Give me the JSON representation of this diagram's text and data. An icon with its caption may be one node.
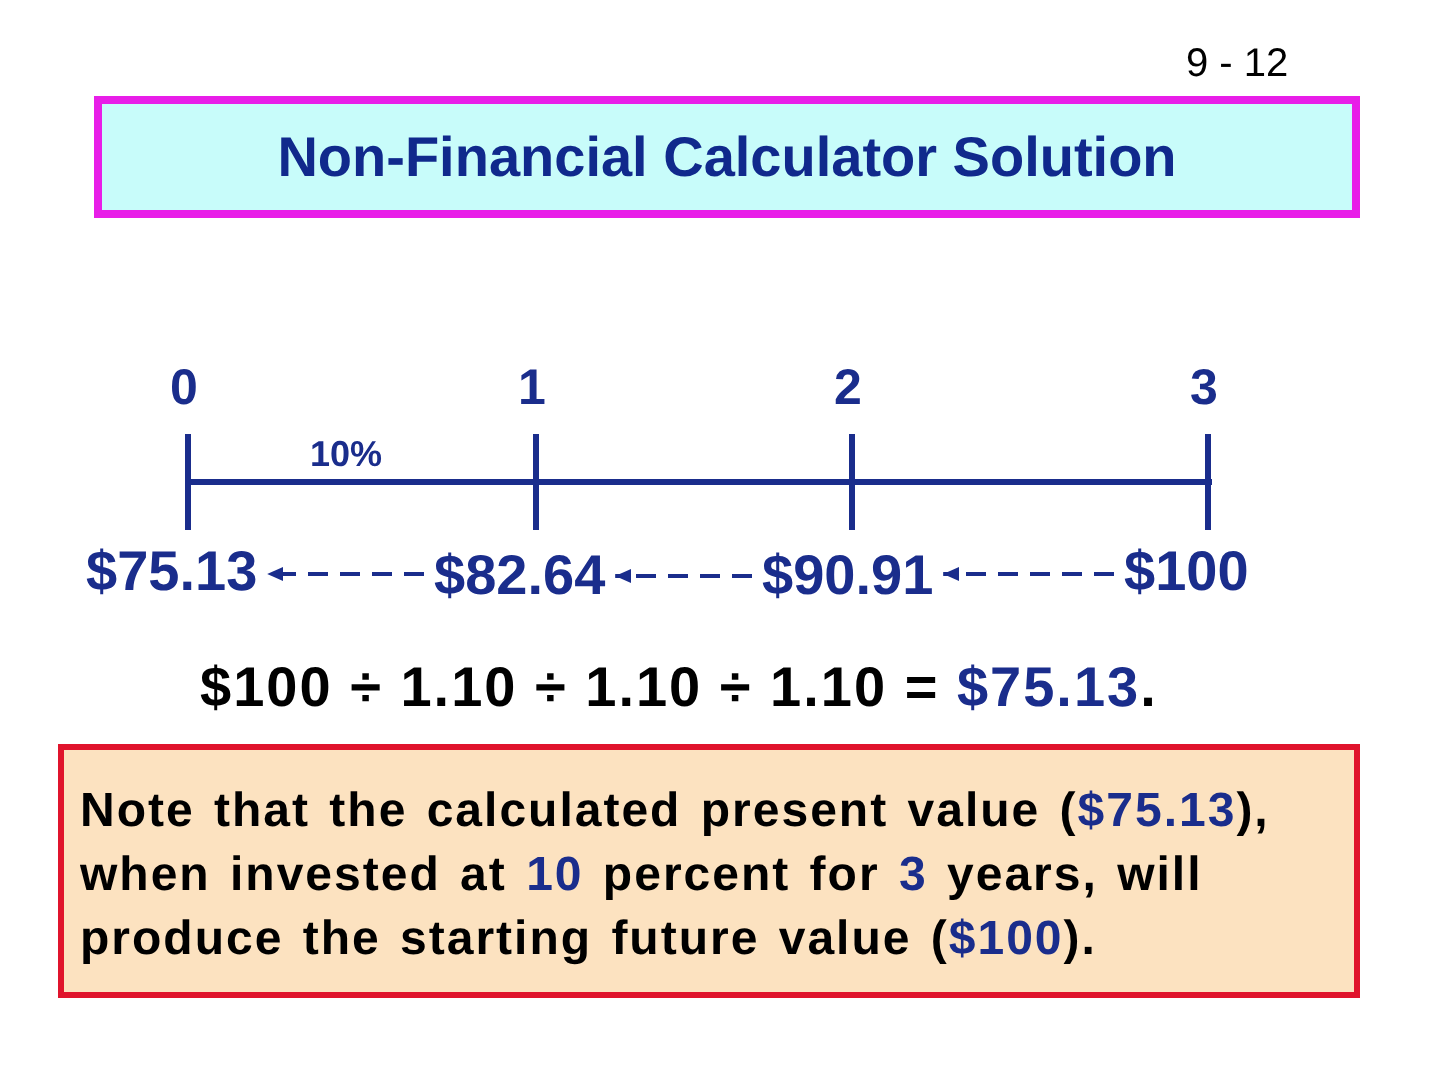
{
  "diagram": {
    "nodes": [
      {
        "text": [
          "Non-Financial Calculator Solution"
        ]
      },
      {
        "text": [
          "$75.13"
        ]
      },
      {
        "text": [
          "$82.64"
        ]
      },
      {
        "text": [
          "$90.91"
        ]
      },
      {
        "text": [
          "$100"
        ]
      },
      {
        "text": [
          "Note that the calculated present value (**$75.13**), when invested at **10** percent for **3** years, will produce the starting future value (**$100**)."
        ]
      }
    ],
    "edges": [
      {
        "from": 2,
        "to": 1,
        "arrow": "to",
        "style": "dashed"
      },
      {
        "from": 3,
        "to": 2,
        "arrow": "to",
        "style": "dashed"
      },
      {
        "from": 4,
        "to": 3,
        "arrow": "to",
        "style": "dashed"
      }
    ],
    "labels": [
      "9 - 12",
      "0",
      "1",
      "2",
      "3",
      "10%",
      "$100 ÷ 1.10 ÷ 1.10 ÷ 1.10 = **$75.13**."
    ]
  }
}
